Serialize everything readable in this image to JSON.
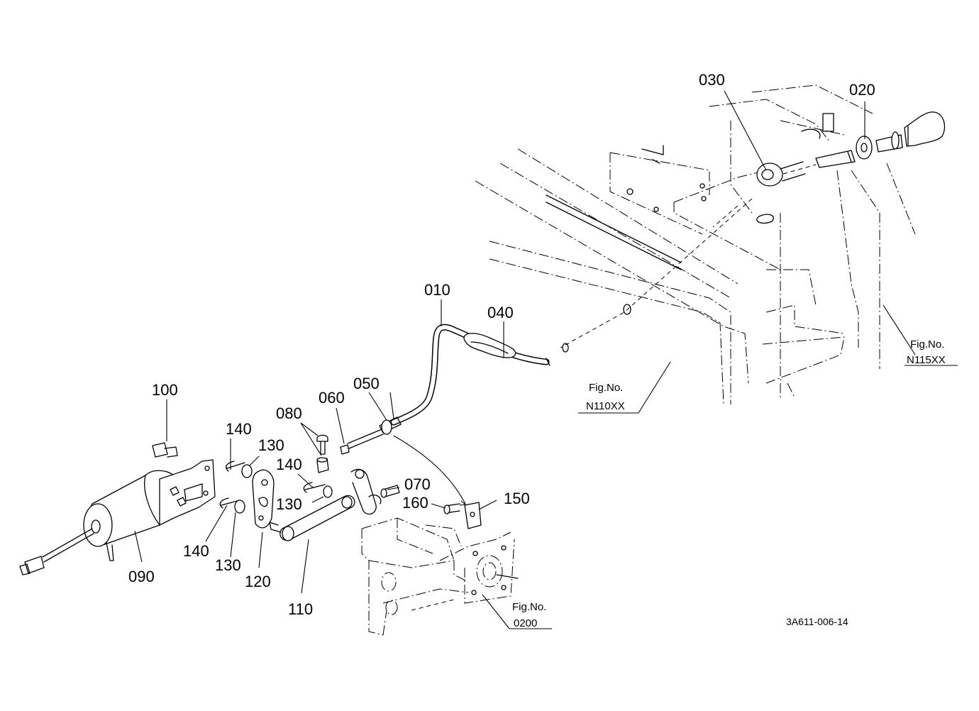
{
  "diagram": {
    "part_labels": {
      "p010": "010",
      "p020": "020",
      "p030": "030",
      "p040": "040",
      "p050": "050",
      "p060": "060",
      "p070": "070",
      "p080": "080",
      "p090": "090",
      "p100": "100",
      "p110": "110",
      "p120": "120",
      "p130a": "130",
      "p130b": "130",
      "p130c": "130",
      "p140a": "140",
      "p140b": "140",
      "p140c": "140",
      "p150": "150",
      "p160": "160"
    },
    "figure_refs": {
      "n110": {
        "prefix": "Fig.No.",
        "number": "N110XX"
      },
      "n115": {
        "prefix": "Fig.No.",
        "number": "N115XX"
      },
      "f0200": {
        "prefix": "Fig.No.",
        "number": "0200"
      }
    },
    "drawing_code": "3A611-006-14"
  }
}
